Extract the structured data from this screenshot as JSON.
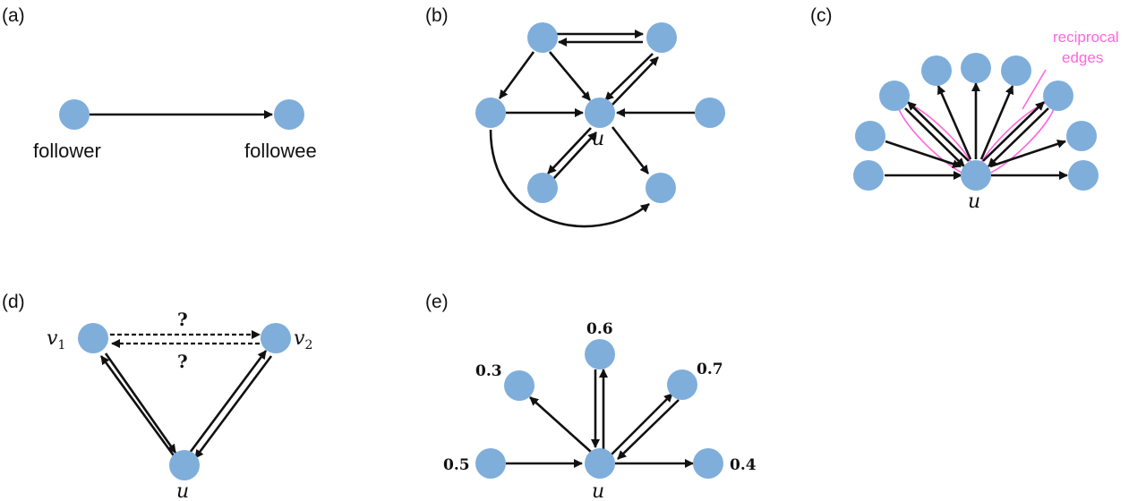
{
  "colors": {
    "node": "#7faedb",
    "edge": "#111111",
    "highlight": "#ff66dd"
  },
  "panels": {
    "a": {
      "label": "(a)",
      "follower_label": "follower",
      "followee_label": "followee"
    },
    "b": {
      "label": "(b)",
      "center_label": "u"
    },
    "c": {
      "label": "(c)",
      "center_label": "u",
      "annotation_line1": "reciprocal",
      "annotation_line2": "edges"
    },
    "d": {
      "label": "(d)",
      "v1_base": "v",
      "v1_sub": "1",
      "v2_base": "v",
      "v2_sub": "2",
      "center_label": "u",
      "question_top": "?",
      "question_bottom": "?"
    },
    "e": {
      "label": "(e)",
      "center_label": "u",
      "weights": {
        "top": "0.6",
        "upper_left": "0.3",
        "upper_right": "0.7",
        "left": "0.5",
        "right": "0.4"
      }
    }
  }
}
